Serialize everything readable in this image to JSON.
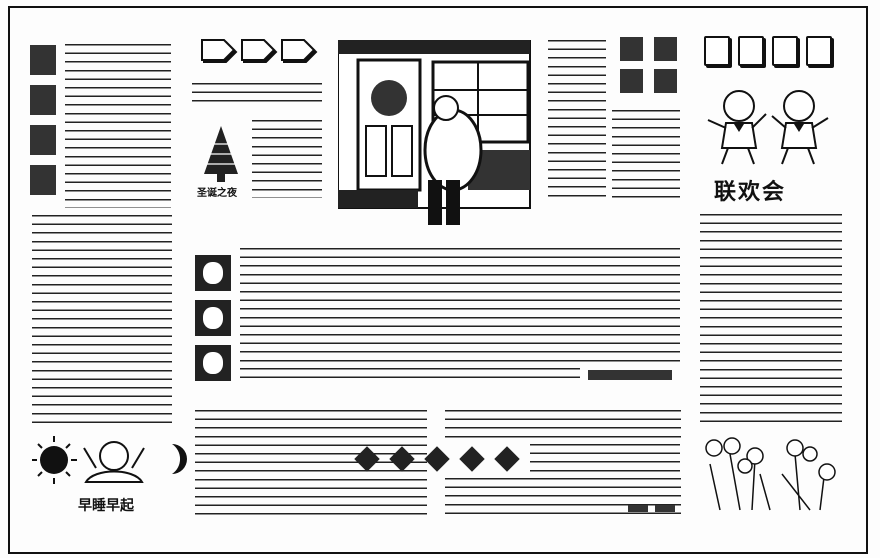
{
  "captions": {
    "christmas_night": "圣诞之夜",
    "party": "联欢会",
    "early_to_bed": "早睡早起"
  },
  "colors": {
    "ink": "#111111",
    "paper": "#fdfdfd"
  }
}
